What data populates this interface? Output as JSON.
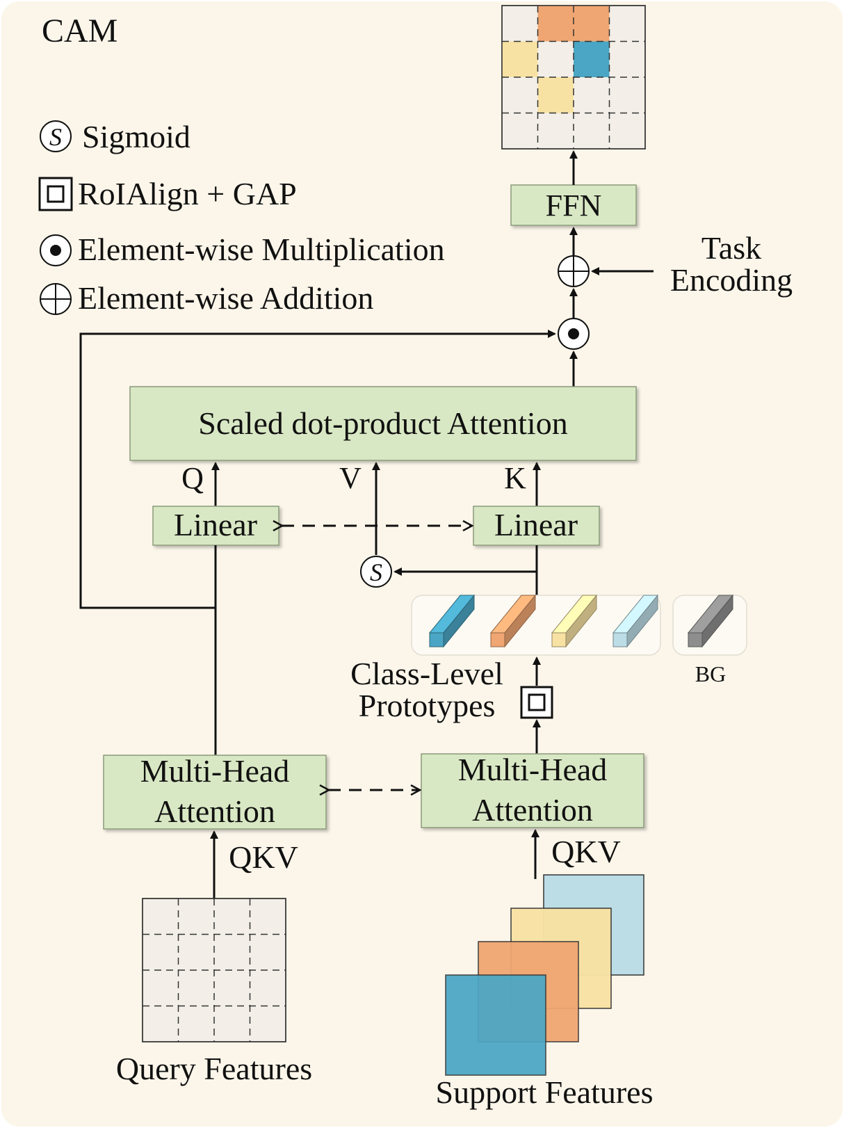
{
  "title": "CAM",
  "legend": {
    "sigmoid": "Sigmoid",
    "roialign": "RoIAlign + GAP",
    "multiplication": "Element-wise Multiplication",
    "addition": "Element-wise Addition"
  },
  "blocks": {
    "ffn": "FFN",
    "attention": "Scaled dot-product Attention",
    "linear_left": "Linear",
    "linear_right": "Linear",
    "mha_left_line1": "Multi-Head",
    "mha_left_line2": "Attention",
    "mha_right_line1": "Multi-Head",
    "mha_right_line2": "Attention"
  },
  "labels": {
    "q": "Q",
    "v": "V",
    "k": "K",
    "qkv_left": "QKV",
    "qkv_right": "QKV",
    "task_line1": "Task",
    "task_line2": "Encoding",
    "prototypes_line1": "Class-Level",
    "prototypes_line2": "Prototypes",
    "bg": "BG",
    "query_features": "Query Features",
    "support_features": "Support Features",
    "sigmoid_symbol": "S"
  },
  "colors": {
    "background": "#fcf6ea",
    "block_fill": "#d9e8c4",
    "grid_fill": "#f3efe8",
    "blue": "#4aa6c4",
    "orange": "#f0a672",
    "yellow": "#f8e2a3",
    "light_blue": "#bcdde6",
    "gray": "#8e8e8e"
  },
  "output_grid": {
    "rows": 4,
    "cols": 4,
    "highlights": [
      {
        "row": 0,
        "col": 1,
        "color": "orange"
      },
      {
        "row": 0,
        "col": 2,
        "color": "orange"
      },
      {
        "row": 1,
        "col": 0,
        "color": "yellow"
      },
      {
        "row": 1,
        "col": 2,
        "color": "blue"
      },
      {
        "row": 2,
        "col": 1,
        "color": "yellow"
      }
    ]
  },
  "prototypes": [
    "blue-prototype",
    "orange-prototype",
    "yellow-prototype",
    "light-blue-prototype"
  ]
}
